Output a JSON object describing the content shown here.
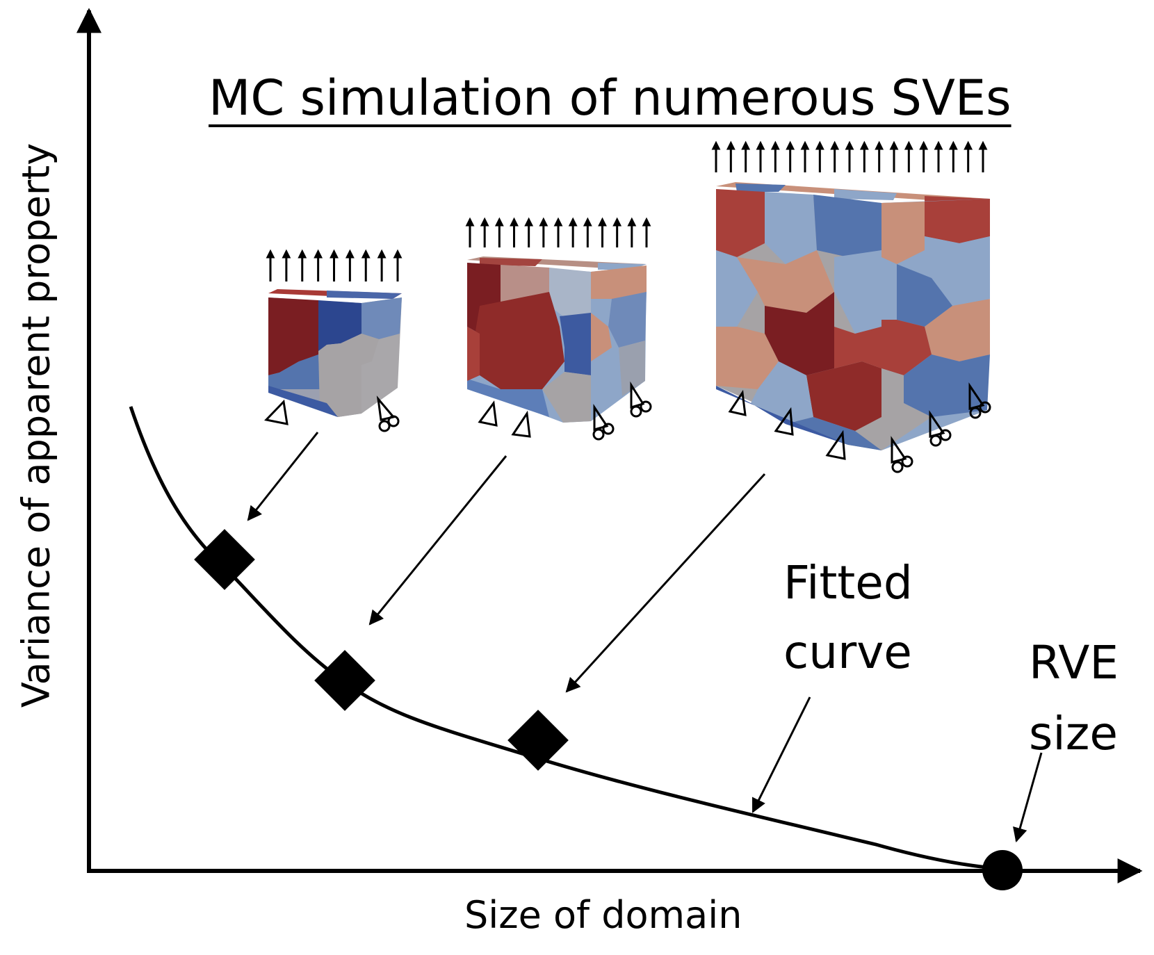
{
  "diagram": {
    "title": "MC simulation of numerous SVEs",
    "x_axis_label": "Size of domain",
    "y_axis_label": "Variance of apparent property",
    "curve_label_line1": "Fitted",
    "curve_label_line2": "curve",
    "rve_label_line1": "RVE",
    "rve_label_line2": "size",
    "colors": {
      "line": "#000000",
      "grain_dark_red": "#7a1e22",
      "grain_red": "#a8403a",
      "grain_tan": "#c8907a",
      "grain_grey": "#a6a3a5",
      "grain_light_blue": "#8ea6c8",
      "grain_blue": "#5474ad",
      "grain_dark_blue": "#283f8e"
    },
    "markers": [
      {
        "name": "small-sve-point",
        "shape": "diamond"
      },
      {
        "name": "medium-sve-point",
        "shape": "diamond"
      },
      {
        "name": "large-sve-point",
        "shape": "diamond"
      },
      {
        "name": "rve-point",
        "shape": "circle"
      }
    ]
  }
}
